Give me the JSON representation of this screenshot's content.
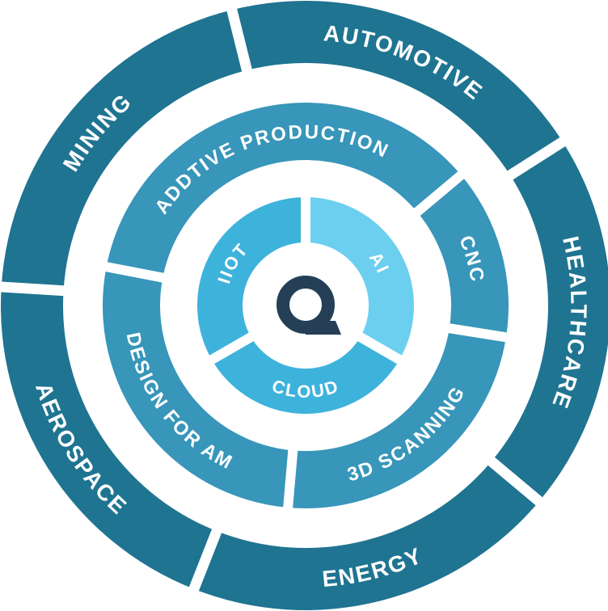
{
  "colors": {
    "outer_ring": "#1f7491",
    "middle_ring": "#3796b9",
    "inner_ring": "#3db3dc",
    "inner_ring_highlight": "#6ccff0",
    "logo": "#243f56",
    "label": "#ffffff"
  },
  "center": {
    "logo_icon": "q-logo-icon"
  },
  "outer_ring": [
    {
      "label": "MINING"
    },
    {
      "label": "AUTOMOTIVE"
    },
    {
      "label": "HEALTHCARE"
    },
    {
      "label": "ENERGY"
    },
    {
      "label": "AEROSPACE"
    }
  ],
  "middle_ring": [
    {
      "label": "ADDTIVE PRODUCTION"
    },
    {
      "label": "CNC"
    },
    {
      "label": "3D SCANNING"
    },
    {
      "label": "DESIGN FOR AM"
    }
  ],
  "inner_ring": [
    {
      "label": "AI"
    },
    {
      "label": "CLOUD"
    },
    {
      "label": "IIOT"
    }
  ]
}
